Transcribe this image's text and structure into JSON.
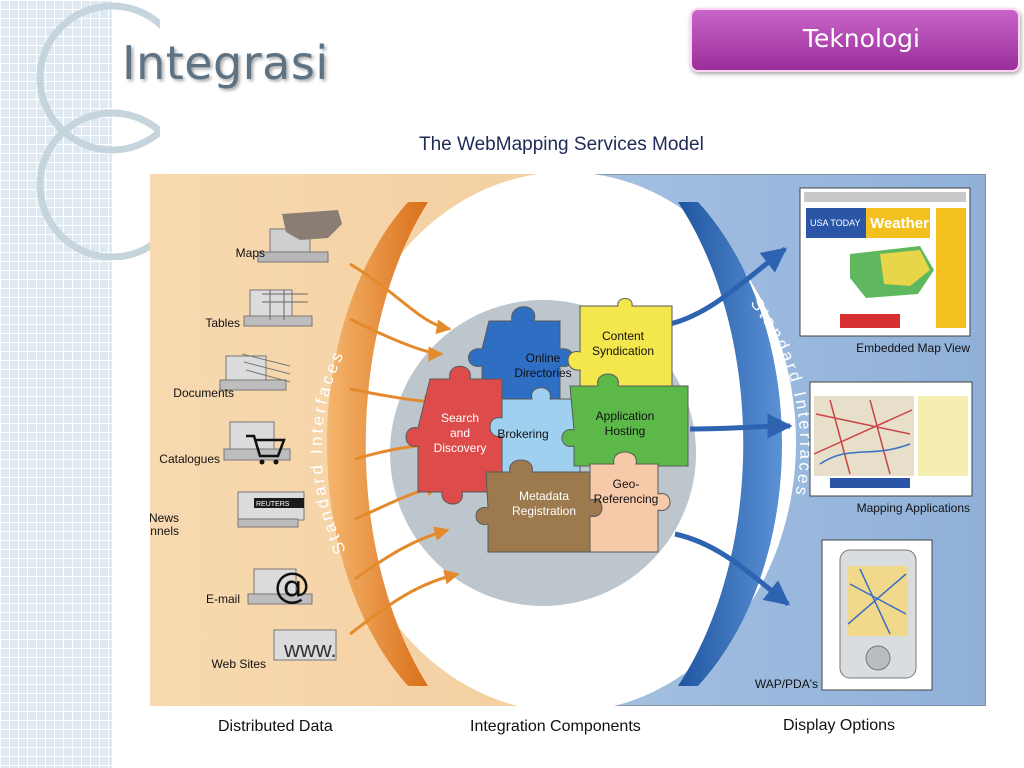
{
  "slide": {
    "title": "Integrasi",
    "tag": "Teknologi"
  },
  "diagram": {
    "heading": "The WebMapping Services Model",
    "sources": [
      "Maps",
      "Tables",
      "Documents",
      "Catalogues",
      "News Channels",
      "E-mail",
      "Web Sites"
    ],
    "sources_lines": [
      [
        "Maps"
      ],
      [
        "Tables"
      ],
      [
        "Documents"
      ],
      [
        "Catalogues"
      ],
      [
        "News",
        "Channels"
      ],
      [
        "E-mail"
      ],
      [
        "Web Sites"
      ]
    ],
    "left_arc_label": "Standard Interfaces",
    "right_arc_label": "Standard Interfaces",
    "components": {
      "online_directories": [
        "Online",
        "Directories"
      ],
      "content_syndication": [
        "Content",
        "Syndication"
      ],
      "search_discovery": [
        "Search",
        "and",
        "Discovery"
      ],
      "brokering": [
        "Brokering"
      ],
      "application_hosting": [
        "Application",
        "Hosting"
      ],
      "metadata_registration": [
        "Metadata",
        "Registration"
      ],
      "geo_referencing": [
        "Geo-",
        "Referencing"
      ]
    },
    "outputs": [
      "Embedded Map View",
      "Mapping Applications",
      "WAP/PDA's"
    ],
    "screens": {
      "weather_logo": "USA TODAY",
      "weather_word": "Weather",
      "reuters": "REUTERS",
      "at_sign": "@",
      "www": "www."
    },
    "captions": {
      "left": "Distributed Data",
      "center": "Integration Components",
      "right": "Display Options"
    }
  },
  "colors": {
    "left_panel": "#f8d9b0",
    "right_panel": "#9fbde0",
    "orange_arc": "#e8892b",
    "blue_arc": "#2d6fb9",
    "piece_blue": "#2e6fc4",
    "piece_yellow": "#f4e64d",
    "piece_red": "#dd4b4b",
    "piece_lightblue": "#9fd0ef",
    "piece_green": "#5db84a",
    "piece_brown": "#9c7a4e",
    "piece_peach": "#f6c9a8",
    "badge": "#b44ab4"
  }
}
